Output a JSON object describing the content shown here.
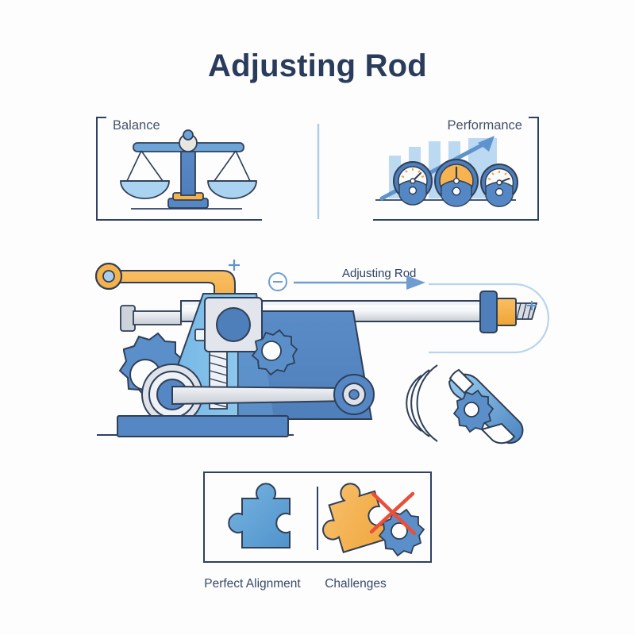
{
  "page": {
    "title": "Adjusting Rod",
    "background_color": "#fdfdfd"
  },
  "palette": {
    "navy": "#2a3c5c",
    "outline": "#2f3f57",
    "blue_dark": "#4a7ab8",
    "blue_mid": "#5587c4",
    "blue_light": "#7fbde8",
    "blue_pale": "#a9cdee",
    "blue_faint": "#cfe2f5",
    "orange": "#f5b24a",
    "orange_deep": "#efa336",
    "gray_light": "#dfe3e8",
    "gray_mid": "#c2c8d0",
    "white": "#ffffff",
    "red": "#e8503a"
  },
  "top_panels": [
    {
      "id": "balance",
      "label": "Balance",
      "bracket": "left",
      "icon": "balance-scale-icon"
    },
    {
      "id": "performance",
      "label": "Performance",
      "bracket": "right",
      "icon": "performance-gauges-icon",
      "bars": [
        26,
        40,
        52,
        66,
        80
      ],
      "gauges": [
        {
          "face": "white",
          "needle_angle": -35
        },
        {
          "face": "orange",
          "needle_angle": -8
        },
        {
          "face": "white",
          "needle_angle": 30
        }
      ]
    }
  ],
  "flow": {
    "minus_icon": "minus-circle-icon",
    "label": "Adjusting Rod",
    "arrow_icon": "arrow-right-icon"
  },
  "machine": {
    "name": "adjusting-rod-machine",
    "plus_markers": [
      "+",
      "+"
    ],
    "parts": [
      "handle-knob",
      "orange-lever",
      "blue-body",
      "threaded-screw",
      "slide-block",
      "adjusting-rod",
      "rod-collar",
      "rod-nut",
      "rod-thread-tip",
      "large-gear",
      "small-gear",
      "pulley-bearing",
      "connecting-rod",
      "crank-wheel",
      "base-plate"
    ]
  },
  "wrench": {
    "name": "wrench-icon",
    "gear": "small-gear-icon",
    "motion_arcs": 3
  },
  "bottom_panel": {
    "items": [
      {
        "id": "perfect-alignment",
        "label": "Perfect Alignment",
        "icon": "puzzle-piece-icon",
        "color": "#5a9fd6"
      },
      {
        "id": "challenges",
        "label": "Challenges",
        "icon": "puzzle-piece-gear-cross-icon",
        "color": "#f5b24a"
      }
    ]
  }
}
